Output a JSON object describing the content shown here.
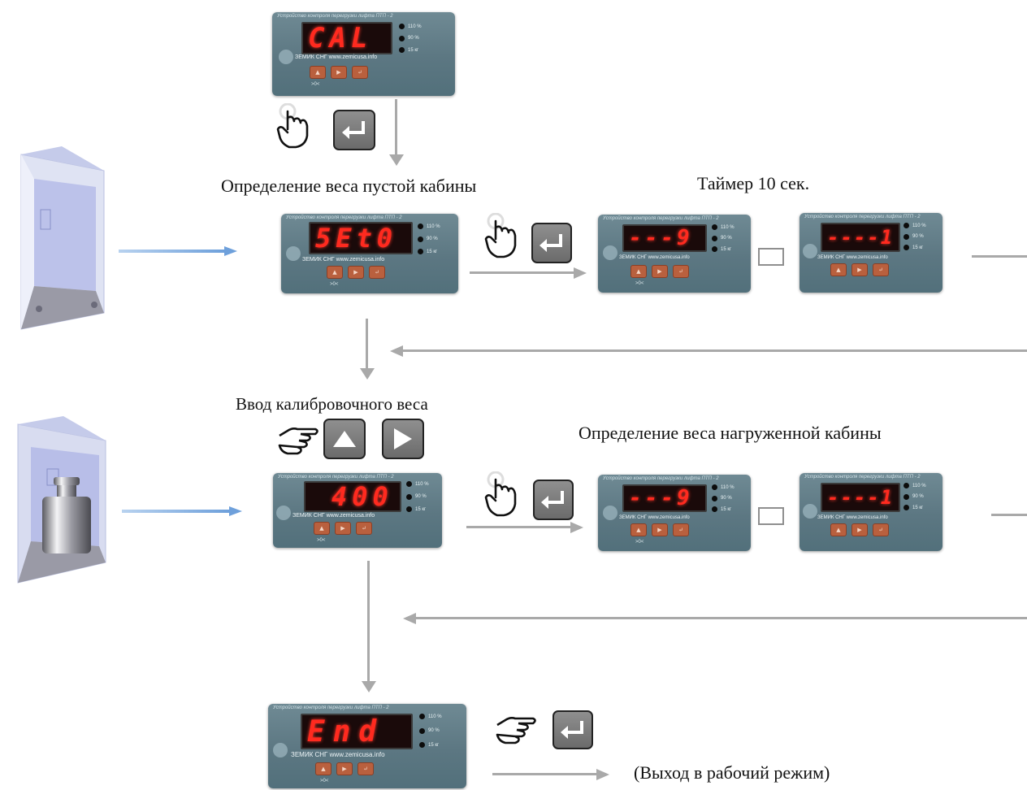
{
  "captions": {
    "empty_cabin": "Определение веса пустой кабины",
    "timer": "Таймер 10 сек.",
    "calib_weight": "Ввод калибровочного веса",
    "loaded_cabin": "Определение веса нагруженной кабины",
    "exit": "(Выход в рабочий режим)"
  },
  "device": {
    "model_text": "Устройство контроля перегрузки лифта ПТП - 2",
    "brand_text": "ЗЕМИК СНГ www.zemicusa.info",
    "led_labels": [
      "110 %",
      "90 %",
      "15 кг"
    ],
    "zero_label": ">0<"
  },
  "displays": {
    "cal": "CAL",
    "set0": "5Et0",
    "countdown_9": "---9",
    "countdown_1": "----1",
    "weight_400": "400",
    "countdown_9b": "---9",
    "countdown_1b": "----1",
    "end": "End"
  },
  "icons": [
    "press-hand-icon",
    "enter-key-icon",
    "pointing-hand-icon",
    "up-arrow-key-icon",
    "right-arrow-key-icon",
    "empty-cabin-icon",
    "loaded-cabin-icon",
    "calibration-weight-icon"
  ],
  "colors": {
    "display_red": "#ff2a1f",
    "panel": "#5c7782",
    "arrow_gray": "#a9a9a9",
    "arrow_blue": "#6ea0db"
  }
}
